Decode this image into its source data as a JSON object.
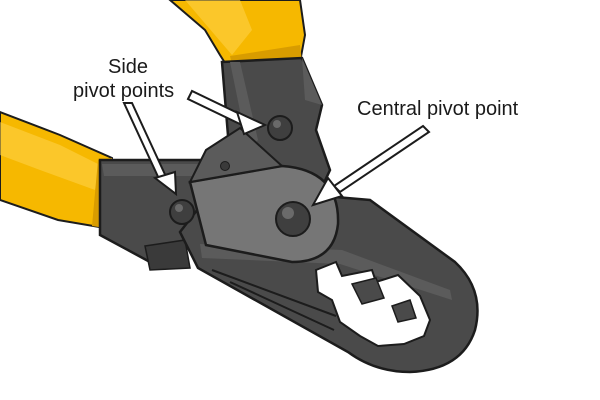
{
  "labels": {
    "side_line1": "Side",
    "side_line2": "pivot points",
    "central": "Central pivot point"
  },
  "colors": {
    "handle_yellow": "#f6b800",
    "handle_yellow_light": "#ffd34d",
    "metal_dark": "#4a4a4a",
    "metal_mid": "#5b5b5b",
    "metal_light": "#767676",
    "outline": "#1c1c1c",
    "arrow_fill": "#ffffff"
  },
  "icons": [
    "side-pivot-arrow",
    "central-pivot-arrow"
  ]
}
